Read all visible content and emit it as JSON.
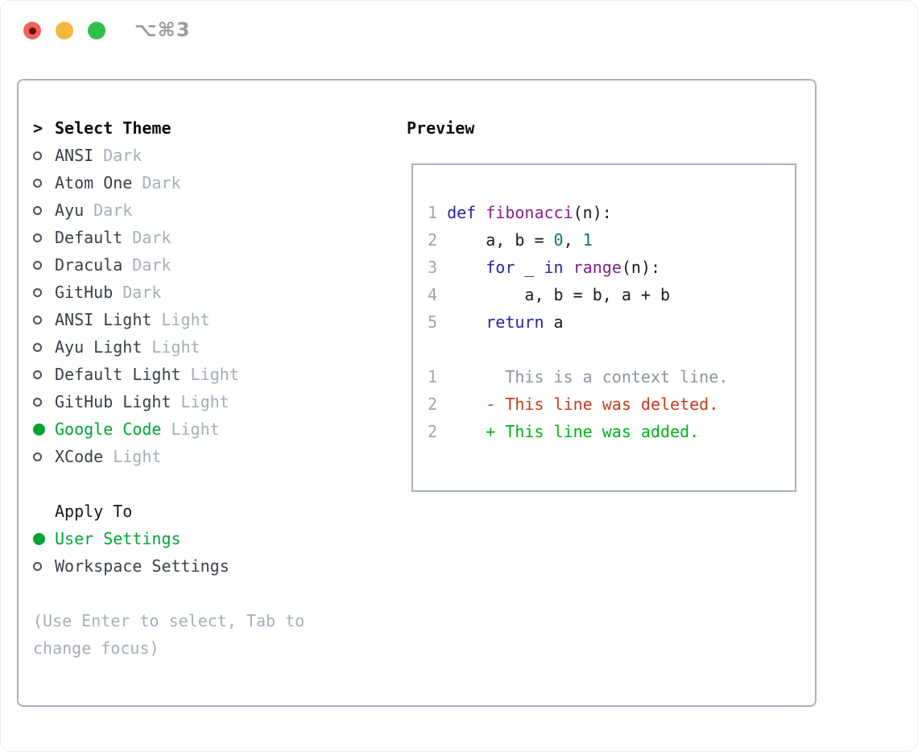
{
  "window": {
    "title": "⌥⌘3",
    "traffic_lights": [
      "close",
      "minimize",
      "zoom"
    ]
  },
  "theme_panel": {
    "header": {
      "prefix": ">",
      "label": "Select Theme"
    },
    "themes": [
      {
        "name": "ANSI",
        "tag": "Dark",
        "selected": false
      },
      {
        "name": "Atom One",
        "tag": "Dark",
        "selected": false
      },
      {
        "name": "Ayu",
        "tag": "Dark",
        "selected": false
      },
      {
        "name": "Default",
        "tag": "Dark",
        "selected": false
      },
      {
        "name": "Dracula",
        "tag": "Dark",
        "selected": false
      },
      {
        "name": "GitHub",
        "tag": "Dark",
        "selected": false
      },
      {
        "name": "ANSI Light",
        "tag": "Light",
        "selected": false
      },
      {
        "name": "Ayu Light",
        "tag": "Light",
        "selected": false
      },
      {
        "name": "Default Light",
        "tag": "Light",
        "selected": false
      },
      {
        "name": "GitHub Light",
        "tag": "Light",
        "selected": false
      },
      {
        "name": "Google Code",
        "tag": "Light",
        "selected": true
      },
      {
        "name": "XCode",
        "tag": "Light",
        "selected": false
      }
    ],
    "apply_to": {
      "label": "Apply To",
      "options": [
        {
          "name": "User Settings",
          "selected": true
        },
        {
          "name": "Workspace Settings",
          "selected": false
        }
      ]
    },
    "hint": "(Use Enter to select, Tab to\nchange focus)"
  },
  "preview": {
    "label": "Preview",
    "lines": [
      {
        "num": "1",
        "kind": "code",
        "tokens": [
          {
            "t": "def",
            "c": "kw"
          },
          {
            "t": " ",
            "c": "pl"
          },
          {
            "t": "fibonacci",
            "c": "fn"
          },
          {
            "t": "(n):",
            "c": "pl"
          }
        ]
      },
      {
        "num": "2",
        "kind": "code",
        "tokens": [
          {
            "t": "    a, b = ",
            "c": "pl"
          },
          {
            "t": "0",
            "c": "num"
          },
          {
            "t": ", ",
            "c": "pl"
          },
          {
            "t": "1",
            "c": "num"
          }
        ]
      },
      {
        "num": "3",
        "kind": "code",
        "tokens": [
          {
            "t": "    ",
            "c": "pl"
          },
          {
            "t": "for",
            "c": "kw"
          },
          {
            "t": " _ ",
            "c": "pl"
          },
          {
            "t": "in",
            "c": "kw"
          },
          {
            "t": " ",
            "c": "pl"
          },
          {
            "t": "range",
            "c": "fn"
          },
          {
            "t": "(n):",
            "c": "pl"
          }
        ]
      },
      {
        "num": "4",
        "kind": "code",
        "tokens": [
          {
            "t": "        a, b = b, a + b",
            "c": "pl"
          }
        ]
      },
      {
        "num": "5",
        "kind": "code",
        "tokens": [
          {
            "t": "    ",
            "c": "pl"
          },
          {
            "t": "return",
            "c": "kw"
          },
          {
            "t": " a",
            "c": "pl"
          }
        ]
      },
      {
        "num": "",
        "kind": "blank",
        "tokens": []
      },
      {
        "num": "1",
        "kind": "diff-context",
        "tokens": [
          {
            "t": "      This is a context line.",
            "c": "ctx"
          }
        ]
      },
      {
        "num": "2",
        "kind": "diff-deleted",
        "tokens": [
          {
            "t": "    - This line was deleted.",
            "c": "del"
          }
        ]
      },
      {
        "num": "2",
        "kind": "diff-added",
        "tokens": [
          {
            "t": "    + This line was added.",
            "c": "add"
          }
        ]
      }
    ]
  },
  "colors": {
    "accent_green": "#00a532",
    "added_green": "#00b118",
    "deleted_red": "#c63a1e",
    "keyword_blue": "#2424a8",
    "function_purple": "#871f87",
    "number_teal": "#0b7474",
    "muted_gray": "#a5adbb",
    "line_number_gray": "#9ba6b4",
    "context_gray": "#8b939e",
    "border_gray": "#a9b1bc",
    "traffic_red": "#f2615a",
    "traffic_yellow": "#f6b63e",
    "traffic_green": "#30bf4a"
  }
}
